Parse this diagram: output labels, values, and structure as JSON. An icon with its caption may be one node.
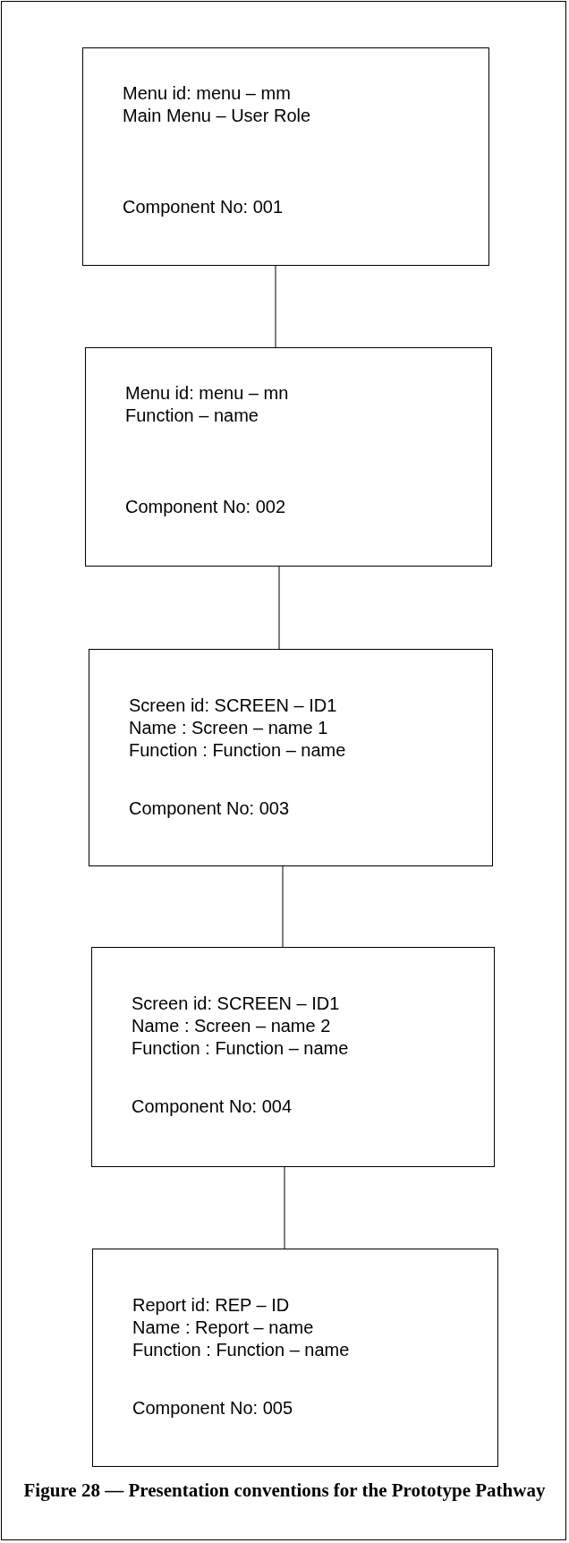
{
  "diagram": {
    "caption": "Figure 28 — Presentation conventions for the Prototype Pathway",
    "nodes": [
      {
        "text": [
          "Menu id: menu – mm",
          "Main Menu – User Role",
          "Component No: 001"
        ]
      },
      {
        "text": [
          "Menu id: menu – mn",
          "Function – name",
          "Component No: 002"
        ]
      },
      {
        "text": [
          "Screen id: SCREEN – ID1",
          "Name : Screen – name 1",
          "Function : Function – name",
          "Component No: 003"
        ]
      },
      {
        "text": [
          "Screen id: SCREEN – ID1",
          "Name : Screen – name 2",
          "Function : Function – name",
          "Component No: 004"
        ]
      },
      {
        "text": [
          "Report id: REP – ID",
          "Name : Report – name",
          "Function : Function – name",
          "Component No: 005"
        ]
      }
    ],
    "edges": [
      {
        "from": 0,
        "to": 1,
        "arrow": "none"
      },
      {
        "from": 1,
        "to": 2,
        "arrow": "none"
      },
      {
        "from": 2,
        "to": 3,
        "arrow": "none"
      },
      {
        "from": 3,
        "to": 4,
        "arrow": "none"
      }
    ]
  }
}
